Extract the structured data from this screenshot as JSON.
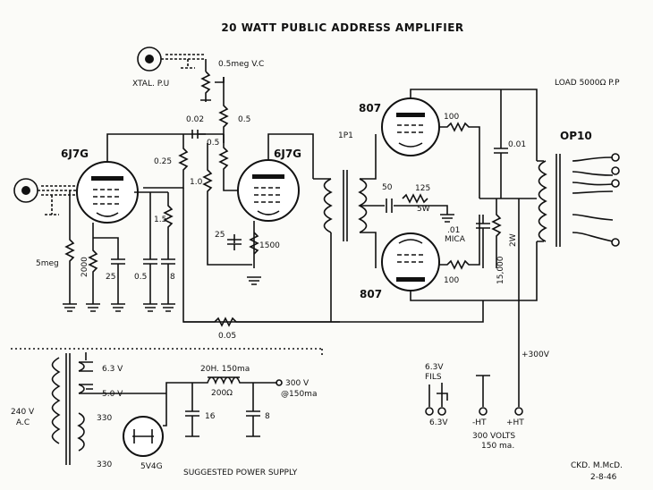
{
  "title": "20 WATT PUBLIC ADDRESS AMPLIFIER",
  "inputs": {
    "pickup": "XTAL. P.U",
    "vol_control": "0.5meg V.C"
  },
  "tubes": {
    "v1": "6J7G",
    "v2": "6J7G",
    "out_top": "807",
    "out_bottom": "807",
    "rectifier": "5V4G"
  },
  "transformers": {
    "interstage": "1P1",
    "output": "OP10",
    "load": "LOAD 5000Ω P.P"
  },
  "components": {
    "c_couple": "0.02",
    "r_plate1": "0.25",
    "r_v1_grid": "5meg",
    "r_v1_cath": "2000",
    "c_v1_cath": "25",
    "c_v1_scr": "0.5",
    "r_v1_scr": "1.5",
    "c_v1_dec": "8",
    "r_v2_grid": "1.0",
    "r_v2_grid2": "0.5",
    "r_vc_series": "0.5",
    "c_v2_cath": "25",
    "r_v2_cath": "1500",
    "c_50": "50",
    "r_125": "125",
    "r_125w": "5W",
    "r_100_top": "100",
    "r_100_bot": "100",
    "c_001": "0.01",
    "c_mica": ".01",
    "c_mica2": "MICA",
    "r_15000": "15,000",
    "r_15000w": "2W",
    "r_feedback": "0.05",
    "c_ps_cap": "8"
  },
  "supply": {
    "hv": "+300V",
    "section": "SUGGESTED POWER SUPPLY",
    "mains": "240 V",
    "mains2": "A.C",
    "w1": "6.3 V",
    "w2": "5.0 V",
    "w3": "330",
    "w4": "330",
    "choke": "20H. 150ma",
    "choke_r": "200Ω",
    "out": "300 V",
    "out2": "@150ma",
    "c1": "16",
    "c2": "8"
  },
  "terminals": {
    "fils": "6.3V",
    "fils2": "FILS",
    "fils_v": "6.3V",
    "minus_ht": "-HT",
    "plus_ht": "+HT",
    "volts": "300 VOLTS",
    "ma": "150 ma."
  },
  "footer": {
    "checked": "CKD. M.McD.",
    "date": "2-8-46"
  }
}
